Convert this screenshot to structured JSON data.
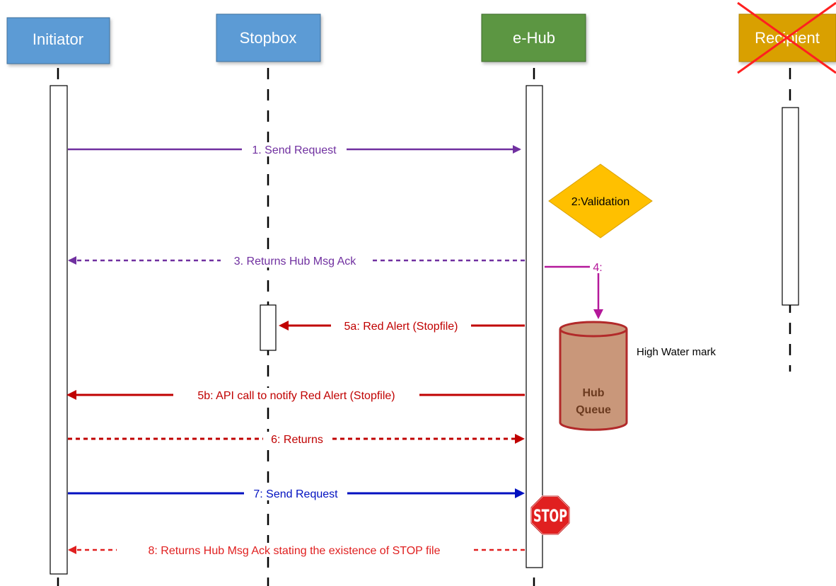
{
  "actors": {
    "initiator": "Initiator",
    "stopbox": "Stopbox",
    "ehub": "e-Hub",
    "recipient": "Recipient"
  },
  "messages": {
    "m1": "1. Send Request",
    "m2": "2:Validation",
    "m3": "3. Returns Hub Msg Ack",
    "m4": "4:",
    "m5a": "5a: Red Alert (Stopfile)",
    "m5b": "5b: API call to notify Red Alert (Stopfile)",
    "m6": "6: Returns",
    "m7": "7: Send Request",
    "m8": "8: Returns Hub Msg Ack stating the existence of STOP file"
  },
  "queue": {
    "line1": "Hub",
    "line2": "Queue"
  },
  "annotation": "High Water mark",
  "stop_sign": "STOP",
  "colors": {
    "actor_blue": "#5b9bd5",
    "actor_green": "#5b9642",
    "actor_gold": "#d9a000",
    "purple": "#7030a0",
    "magenta": "#b4189a",
    "dark_red": "#c00000",
    "red": "#e02020",
    "blue": "#0010c0",
    "diamond": "#ffc000",
    "queue": "#c9977a"
  }
}
